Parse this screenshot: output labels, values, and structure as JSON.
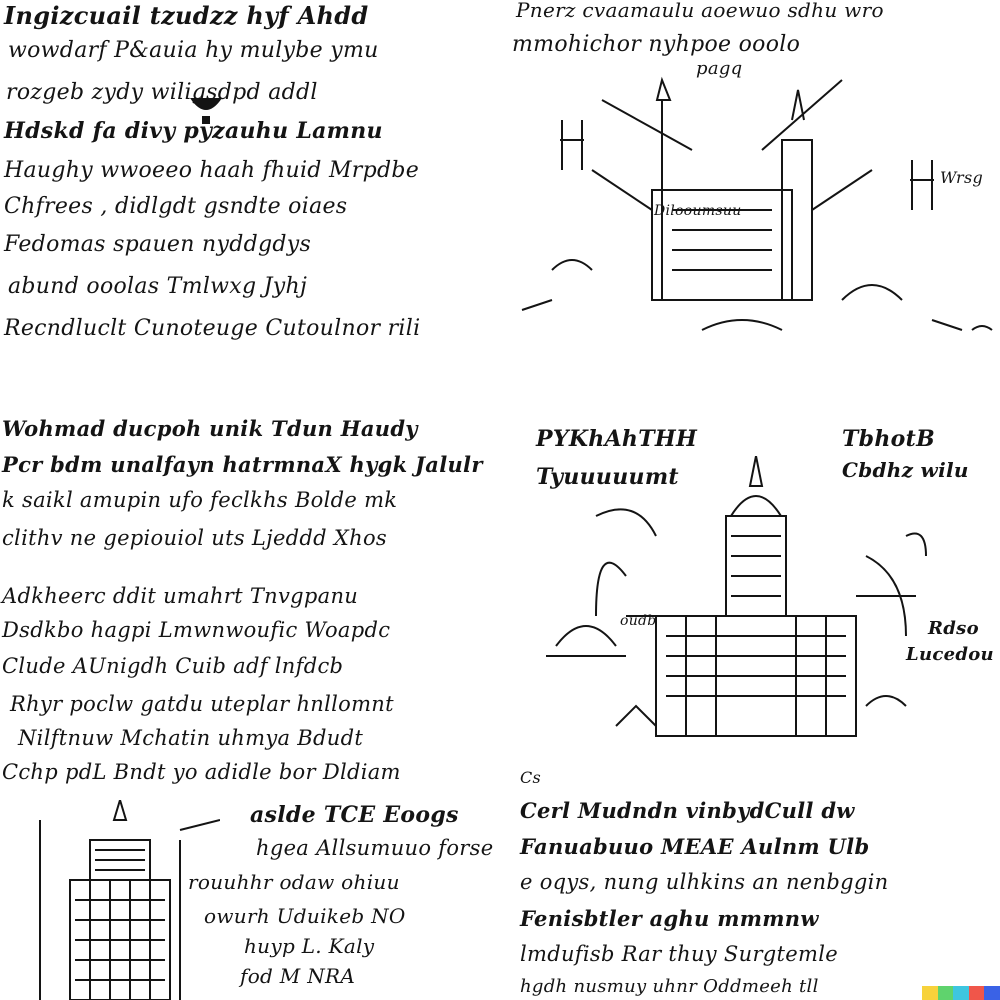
{
  "block_top_left": [
    "Ingizcuail tzudzz hyf Ahdd",
    "wowdarf P&auia hy mulybe ymu",
    "rozgeb zydy   wiligsdpd addl",
    "Hdskd fa divy pyzauhu Lamnu",
    "Haughy wwoeeo haah fhuid Mrpdbe",
    "Chfrees , didlgdt gsndte oiaes",
    "Fedomas spauen nyddgdys",
    "abund ooolas   Tmlwxg Jyhj",
    "Recndluclt Cunoteuge Cutoulnor rili"
  ],
  "block_top_right": [
    "Pnerz cvaamaulu aoewuo sdhu wro",
    "mmohichor nyhpoe ooolo",
    "pagq",
    "Dilooumsuu",
    "Wrsg"
  ],
  "block_middle_left": [
    "Wohmad ducpoh unik Tdun Haudy",
    "Pcr bdm unalfayn hatrmnaX hygk Jalulr",
    "k saikl amupin ufo feclkhs Bolde mk",
    "clithv ne gepiouiol uts Ljeddd Xhos",
    "Adkheerc ddit umahrt Tnvgpanu",
    "Dsdkbo hagpi Lmwnwoufic Woapdc",
    "Clude AUnigdh Cuib adf lnfdcb",
    "Rhyr poclw gatdu uteplar hnllomnt",
    "Nilftnuw Mchatin uhmya Bdudt",
    "Cchp pdL Bndt yo adidle bor Dldiam"
  ],
  "block_middle_right": [
    "PYKhAhTHH",
    "Tyuuuuumt",
    "TbhotB",
    "Cbdhz wilu",
    "oudb",
    "Rdso",
    "Lucedou"
  ],
  "block_bottom_left": [
    "aslde TCE Eoogs",
    "hgea Allsumuuo forse",
    "rouuhhr odaw ohiuu",
    "owurh Uduikeb NO",
    "huyp L. Kaly",
    "fod M   NRA"
  ],
  "block_bottom_right": [
    "Cs",
    "Cerl Mudndn vinbydCull dw",
    "Fanuabuuo MEAE Aulnm Ulb",
    "e oqys, nung ulhkins an nenbggin",
    "Fenisbtler aghu mmmnw",
    "lmdufisb Rar thuy Surgtemle",
    "hgdh nusmuy uhnr Oddmeeh tll"
  ],
  "colors": {
    "ink": "#141414",
    "paper": "#ffffff",
    "stripe": [
      "#f7d23b",
      "#5fd36d",
      "#3ec6e0",
      "#f0564a",
      "#3a62e6"
    ]
  },
  "icons": [
    "cathedral-sketch",
    "castle-sketch",
    "tower-sketch",
    "lamp-glyph"
  ]
}
